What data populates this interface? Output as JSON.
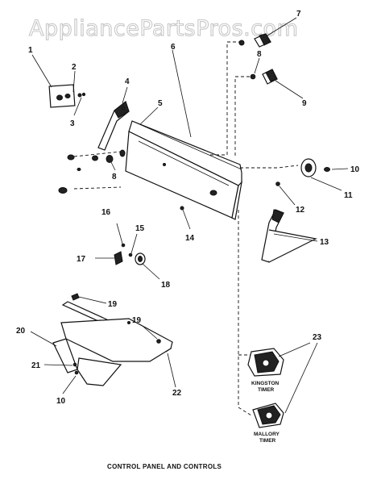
{
  "watermark": "AppliancePartsPros.com",
  "caption": "CONTROL PANEL AND CONTROLS",
  "callouts": {
    "c1": "1",
    "c2": "2",
    "c3": "3",
    "c4": "4",
    "c5": "5",
    "c6": "6",
    "c7": "7",
    "c8a": "8",
    "c8b": "8",
    "c9": "9",
    "c10a": "10",
    "c10b": "10",
    "c11": "11",
    "c12": "12",
    "c13": "13",
    "c14": "14",
    "c15": "15",
    "c16": "16",
    "c17": "17",
    "c18": "18",
    "c19a": "19",
    "c19b": "19",
    "c20": "20",
    "c21": "21",
    "c22": "22",
    "c23": "23"
  },
  "timer_labels": {
    "kingston_line1": "KINGSTON",
    "kingston_line2": "TIMER",
    "mallory_line1": "MALLORY",
    "mallory_line2": "TIMER"
  }
}
